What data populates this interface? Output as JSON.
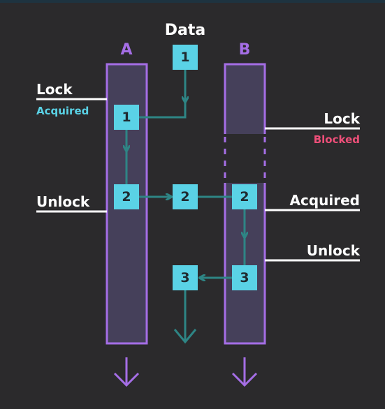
{
  "title": "Data",
  "threads": [
    {
      "name": "A"
    },
    {
      "name": "B"
    }
  ],
  "labels": {
    "lock_a": "Lock",
    "acquired_a": "Acquired",
    "unlock_a": "Unlock",
    "lock_b": "Lock",
    "blocked_b": "Blocked",
    "acquired_b": "Acquired",
    "unlock_b": "Unlock"
  },
  "boxes": {
    "data_top": "1",
    "a_step1": "1",
    "a_step2": "2",
    "mid_step2": "2",
    "b_step2": "2",
    "b_step3": "3",
    "mid_step3": "3"
  },
  "colors": {
    "background": "#2b2a2c",
    "thread_border": "#a56ee6",
    "thread_fill": "#45405a",
    "box_fill": "#5ad2e6",
    "arrow": "#2e8585",
    "acquired_text": "#5ad2e6",
    "blocked_text": "#ee4f79",
    "label_text": "#ffffff"
  }
}
